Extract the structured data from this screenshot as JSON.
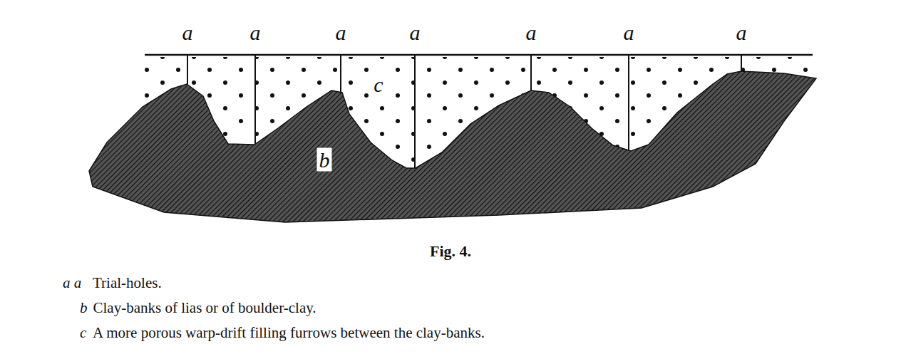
{
  "diagram": {
    "caption": "Fig. 4.",
    "labels": [
      "a",
      "a",
      "a",
      "a",
      "a",
      "a",
      "a",
      "c",
      "b",
      "a a",
      "Trial-holes.",
      "b",
      "Clay-banks of lias or of boulder-clay.",
      "c",
      "A more porous warp-drift filling furrows between the clay-banks."
    ]
  }
}
